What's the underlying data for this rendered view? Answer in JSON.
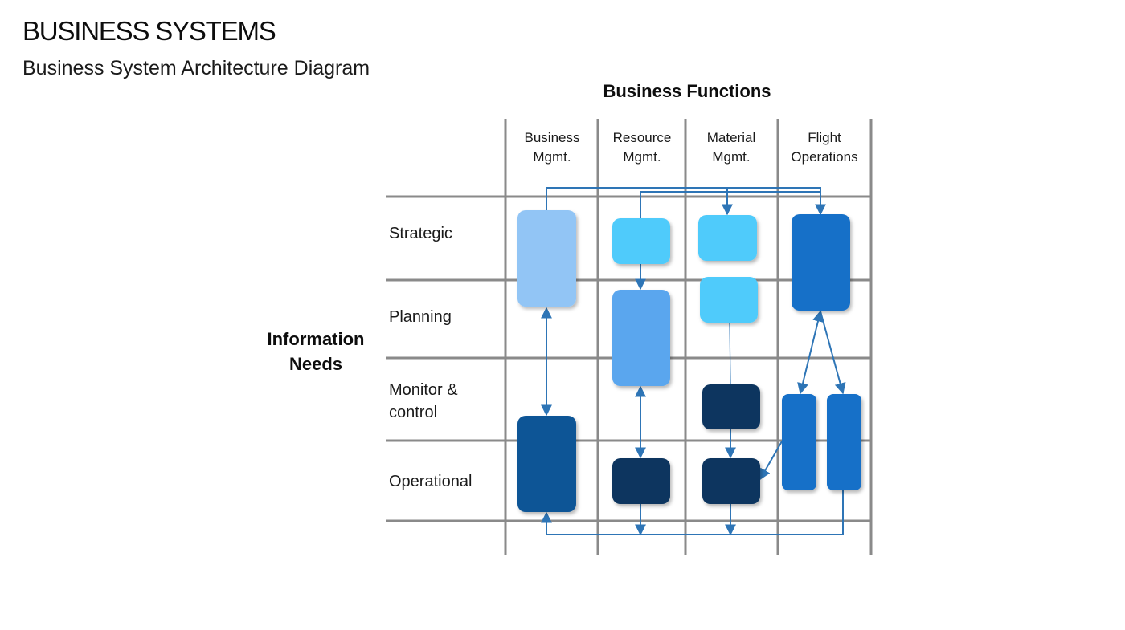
{
  "page": {
    "title": "BUSINESS SYSTEMS",
    "subtitle": "Business System Architecture Diagram"
  },
  "axes": {
    "functions_title": "Business Functions",
    "needs_title_line1": "Information",
    "needs_title_line2": "Needs"
  },
  "columns": [
    {
      "line1": "Business",
      "line2": "Mgmt."
    },
    {
      "line1": "Resource",
      "line2": "Mgmt."
    },
    {
      "line1": "Material",
      "line2": "Mgmt."
    },
    {
      "line1": "Flight",
      "line2": "Operations"
    }
  ],
  "rows": [
    {
      "line1": "Strategic"
    },
    {
      "line1": "Planning"
    },
    {
      "line1": "Monitor &",
      "line2": "control"
    },
    {
      "line1": "Operational"
    }
  ],
  "colors": {
    "grid_line": "#8a8a8a",
    "connector": "#2e75b6",
    "pale_blue": "#92c5f5",
    "cyan": "#4fcbfb",
    "mid_blue": "#5aa6ee",
    "royal_blue": "#1570c8",
    "deep_blue": "#0f5596",
    "navy": "#0a355f"
  }
}
